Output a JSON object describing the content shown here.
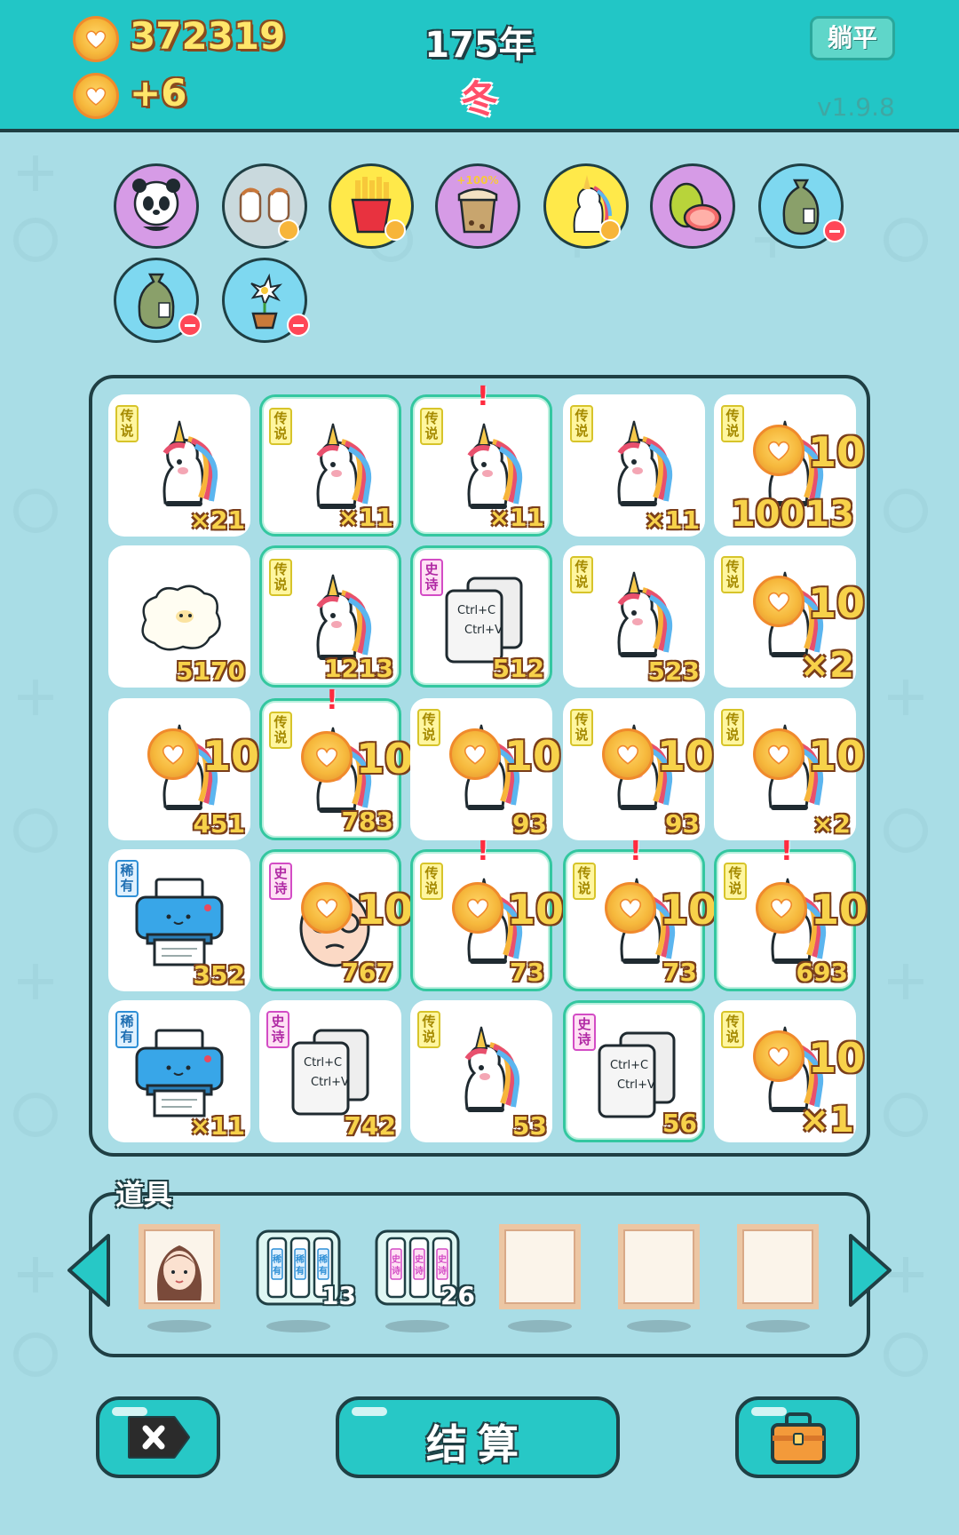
{
  "header": {
    "coins": "372319",
    "income": "+6",
    "year": "175年",
    "season": "冬",
    "lie_flat_button": "躺平",
    "version": "v1.9.8"
  },
  "buffs": [
    {
      "name": "panda",
      "color": "#d69be6"
    },
    {
      "name": "unicorn-pair",
      "color": "#c9d9dd"
    },
    {
      "name": "fries",
      "color": "#ffe94a"
    },
    {
      "name": "milk-tea",
      "color": "#d69be6",
      "label": "+100%"
    },
    {
      "name": "unicorn",
      "color": "#ffe94a"
    },
    {
      "name": "pomelo",
      "color": "#d69be6"
    },
    {
      "name": "sack",
      "color": "#7ed8f0"
    },
    {
      "name": "sack",
      "color": "#7ed8f0"
    },
    {
      "name": "potted-flower",
      "color": "#7ed8f0"
    }
  ],
  "board": {
    "cells": [
      {
        "tag": "传说",
        "tagType": "legend",
        "art": "unicorn",
        "count": "×21",
        "highlight": false,
        "excl": false,
        "bonus": ""
      },
      {
        "tag": "传说",
        "tagType": "legend",
        "art": "unicorn",
        "count": "×11",
        "highlight": true,
        "excl": false,
        "bonus": ""
      },
      {
        "tag": "传说",
        "tagType": "legend",
        "art": "unicorn",
        "count": "×11",
        "highlight": true,
        "excl": true,
        "bonus": ""
      },
      {
        "tag": "传说",
        "tagType": "legend",
        "art": "unicorn",
        "count": "×11",
        "highlight": false,
        "excl": false,
        "bonus": ""
      },
      {
        "tag": "传说",
        "tagType": "legend",
        "art": "unicorn",
        "count": "10013",
        "highlight": false,
        "excl": false,
        "bonus": "10",
        "big": true
      },
      {
        "tag": "",
        "tagType": "",
        "art": "sheep",
        "count": "5170",
        "highlight": false,
        "excl": false,
        "bonus": ""
      },
      {
        "tag": "传说",
        "tagType": "legend",
        "art": "unicorn",
        "count": "1213",
        "highlight": true,
        "excl": false,
        "bonus": ""
      },
      {
        "tag": "史诗",
        "tagType": "epic",
        "art": "copypaste",
        "count": "512",
        "highlight": true,
        "excl": false,
        "bonus": ""
      },
      {
        "tag": "传说",
        "tagType": "legend",
        "art": "unicorn",
        "count": "523",
        "highlight": false,
        "excl": false,
        "bonus": ""
      },
      {
        "tag": "传说",
        "tagType": "legend",
        "art": "unicorn",
        "count": "×2",
        "highlight": false,
        "excl": false,
        "bonus": "10",
        "big": true
      },
      {
        "tag": "",
        "tagType": "",
        "art": "unicorn",
        "count": "451",
        "highlight": false,
        "excl": false,
        "bonus": "10"
      },
      {
        "tag": "传说",
        "tagType": "legend",
        "art": "unicorn",
        "count": "783",
        "highlight": true,
        "excl": true,
        "bonus": "10"
      },
      {
        "tag": "传说",
        "tagType": "legend",
        "art": "unicorn",
        "count": "93",
        "highlight": false,
        "excl": false,
        "bonus": "10"
      },
      {
        "tag": "传说",
        "tagType": "legend",
        "art": "unicorn",
        "count": "93",
        "highlight": false,
        "excl": false,
        "bonus": "10"
      },
      {
        "tag": "传说",
        "tagType": "legend",
        "art": "unicorn",
        "count": "×2",
        "highlight": false,
        "excl": false,
        "bonus": "10"
      },
      {
        "tag": "稀有",
        "tagType": "rare",
        "art": "printer",
        "count": "352",
        "highlight": false,
        "excl": false,
        "bonus": ""
      },
      {
        "tag": "史诗",
        "tagType": "epic",
        "art": "face",
        "count": "767",
        "highlight": true,
        "excl": false,
        "bonus": "10"
      },
      {
        "tag": "传说",
        "tagType": "legend",
        "art": "unicorn",
        "count": "73",
        "highlight": true,
        "excl": true,
        "bonus": "10"
      },
      {
        "tag": "传说",
        "tagType": "legend",
        "art": "unicorn",
        "count": "73",
        "highlight": true,
        "excl": true,
        "bonus": "10"
      },
      {
        "tag": "传说",
        "tagType": "legend",
        "art": "unicorn",
        "count": "693",
        "highlight": true,
        "excl": true,
        "bonus": "10"
      },
      {
        "tag": "稀有",
        "tagType": "rare",
        "art": "printer",
        "count": "×11",
        "highlight": false,
        "excl": false,
        "bonus": ""
      },
      {
        "tag": "史诗",
        "tagType": "epic",
        "art": "copypaste",
        "count": "742",
        "highlight": false,
        "excl": false,
        "bonus": ""
      },
      {
        "tag": "传说",
        "tagType": "legend",
        "art": "unicorn",
        "count": "53",
        "highlight": false,
        "excl": false,
        "bonus": ""
      },
      {
        "tag": "史诗",
        "tagType": "epic",
        "art": "copypaste",
        "count": "56",
        "highlight": true,
        "excl": false,
        "bonus": ""
      },
      {
        "tag": "传说",
        "tagType": "legend",
        "art": "unicorn",
        "count": "×1",
        "highlight": false,
        "excl": false,
        "bonus": "10",
        "big": true
      }
    ]
  },
  "items": {
    "label": "道具",
    "slots": [
      {
        "art": "portrait-girl",
        "count": ""
      },
      {
        "art": "rare-cards",
        "count": "13",
        "cardLabel": "稀有"
      },
      {
        "art": "epic-cards",
        "count": "26",
        "cardLabel": "史诗"
      },
      {
        "art": "empty",
        "count": ""
      },
      {
        "art": "empty",
        "count": ""
      },
      {
        "art": "empty",
        "count": ""
      }
    ]
  },
  "bottom": {
    "settle_label": "结算",
    "close_icon": "x-tag-icon",
    "bag_icon": "briefcase-icon"
  },
  "copy_text": {
    "line1": "Ctrl+C",
    "line2": "Ctrl+V"
  }
}
